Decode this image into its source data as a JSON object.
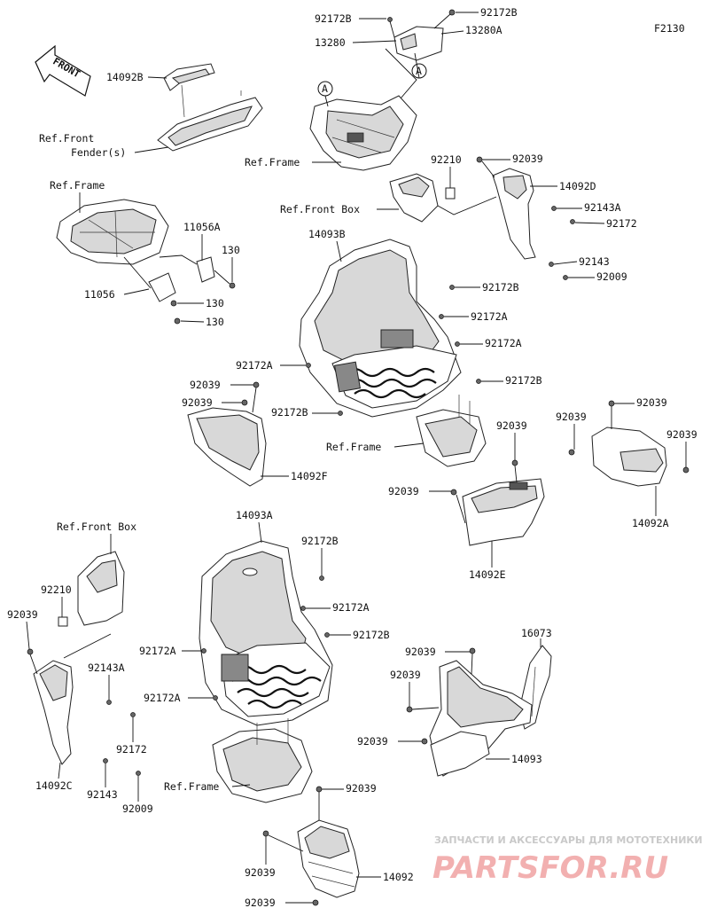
{
  "diagram": {
    "figure_code": "F2130",
    "front_label": "FRONT",
    "callout_letter": "A",
    "labels": {
      "p92172B_a": "92172B",
      "p92172B_b": "92172B",
      "p13280": "13280",
      "p13280A": "13280A",
      "p14092B": "14092B",
      "ref_front_fender": "Ref.Front",
      "ref_front_fender_2": "Fender(s)",
      "ref_frame_1": "Ref.Frame",
      "p92210_a": "92210",
      "p92039_a": "92039",
      "p14092D": "14092D",
      "ref_front_box_1": "Ref.Front Box",
      "p92143A_a": "92143A",
      "p92172_a": "92172",
      "ref_frame_2": "Ref.Frame",
      "p11056A": "11056A",
      "p130_a": "130",
      "p11056": "11056",
      "p130_b": "130",
      "p130_c": "130",
      "p92143_a": "92143",
      "p92009_a": "92009",
      "p14093B": "14093B",
      "p92172B_c": "92172B",
      "p92172A_a": "92172A",
      "p92172A_b": "92172A",
      "p92172A_c": "92172A",
      "p92172B_d": "92172B",
      "p92039_b": "92039",
      "p92039_c": "92039",
      "p92172B_e": "92172B",
      "ref_frame_3": "Ref.Frame",
      "p92039_d": "92039",
      "p92039_e": "92039",
      "p92039_f": "92039",
      "p92039_g": "92039",
      "p14092F": "14092F",
      "p92039_h": "92039",
      "p14092A": "14092A",
      "p14092E": "14092E",
      "ref_front_box_2": "Ref.Front Box",
      "p14093A": "14093A",
      "p92172B_f": "92172B",
      "p92210_b": "92210",
      "p92172A_d": "92172A",
      "p92039_i": "92039",
      "p92172B_g": "92172B",
      "p92172A_e": "92172A",
      "p92143A_b": "92143A",
      "p92172A_f": "92172A",
      "p16073": "16073",
      "p92039_j": "92039",
      "p92039_k": "92039",
      "p92172_b": "92172",
      "p92039_l": "92039",
      "p14093": "14093",
      "p14092C": "14092C",
      "p92143_b": "92143",
      "p92009_b": "92009",
      "ref_frame_4": "Ref.Frame",
      "p92039_m": "92039",
      "p92039_n": "92039",
      "p14092": "14092",
      "p92039_o": "92039"
    }
  },
  "watermark": {
    "tagline": "ЗАПЧАСТИ И АКСЕССУАРЫ ДЛЯ МОТОТЕХНИКИ",
    "brand": "PARTSFOR.RU"
  }
}
